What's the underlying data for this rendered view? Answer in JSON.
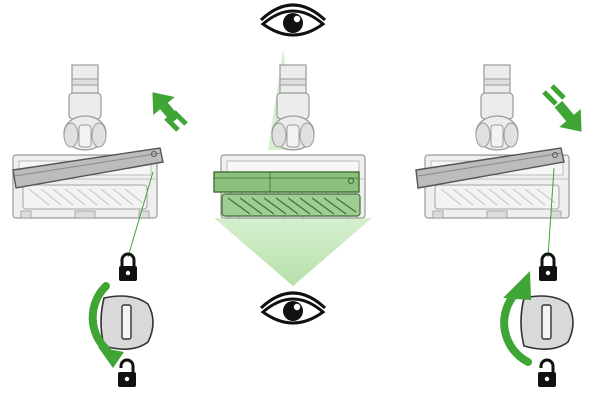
{
  "figure": {
    "kind": "instruction-illustration",
    "panels": [
      {
        "id": "panel-left",
        "step": "open-lid",
        "arrow_direction": "up-left",
        "dial_rotation": "counterclockwise",
        "lock_icons": [
          "locked-padlock-icon",
          "unlocked-padlock-icon"
        ]
      },
      {
        "id": "panel-middle",
        "step": "inspect-brush-bar",
        "view_icons": [
          "eye-icon-top",
          "eye-icon-bottom"
        ],
        "highlight": "brush-bar"
      },
      {
        "id": "panel-right",
        "step": "close-lid",
        "arrow_direction": "down-right",
        "dial_rotation": "clockwise",
        "lock_icons": [
          "locked-padlock-icon",
          "unlocked-padlock-icon"
        ]
      }
    ],
    "colors": {
      "accent_green": "#3fa535",
      "light_green": "#c6e8bd",
      "highlight_green": "#8bc17d",
      "line_grey": "#9a9a9a",
      "fill_grey": "#ececec",
      "dark": "#111111"
    }
  }
}
